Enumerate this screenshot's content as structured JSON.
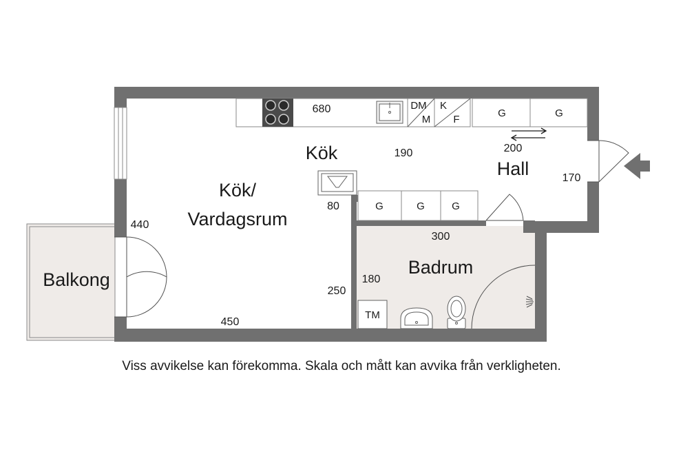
{
  "rooms": {
    "kok": "Kök",
    "kok_vardagsrum_line1": "Kök/",
    "kok_vardagsrum_line2": "Vardagsrum",
    "hall": "Hall",
    "badrum": "Badrum",
    "balkong": "Balkong"
  },
  "dimensions": {
    "kitchen_counter": "680",
    "kok_width": "190",
    "hall_width": "200",
    "hall_height": "170",
    "column": "80",
    "living_height": "440",
    "living_width": "450",
    "bath_width": "300",
    "bath_height": "180",
    "bath_side": "250"
  },
  "fixtures": {
    "dm": "DM",
    "m": "M",
    "k": "K",
    "f": "F",
    "g": "G",
    "tm": "TM"
  },
  "colors": {
    "wall": "#707070",
    "bath_floor": "#efebe8",
    "balcony_floor": "#efebe8"
  },
  "disclaimer": "Viss avvikelse kan förekomma. Skala och mått kan avvika från verkligheten."
}
